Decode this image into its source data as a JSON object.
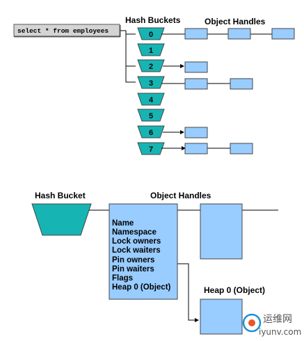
{
  "top": {
    "query": "select * from employees",
    "buckets_title": "Hash Buckets",
    "handles_title": "Object Handles",
    "buckets": [
      "0",
      "1",
      "2",
      "3",
      "4",
      "5",
      "6",
      "7"
    ]
  },
  "bottom": {
    "bucket_title": "Hash Bucket",
    "handles_title": "Object Handles",
    "fields": [
      "Name",
      "Namespace",
      "Lock owners",
      "Lock waiters",
      "Pin owners",
      "Pin waiters",
      "Flags",
      "Heap 0 (Object)"
    ],
    "heap_title": "Heap 0 (Object)"
  },
  "watermark": {
    "text_cn": "运维网",
    "text_url": "iyunv.com"
  },
  "colors": {
    "bucket_fill": "#16b5b3",
    "handle_fill": "#99ccff",
    "query_box_fill": "#d4d4d4",
    "line": "#000000"
  }
}
